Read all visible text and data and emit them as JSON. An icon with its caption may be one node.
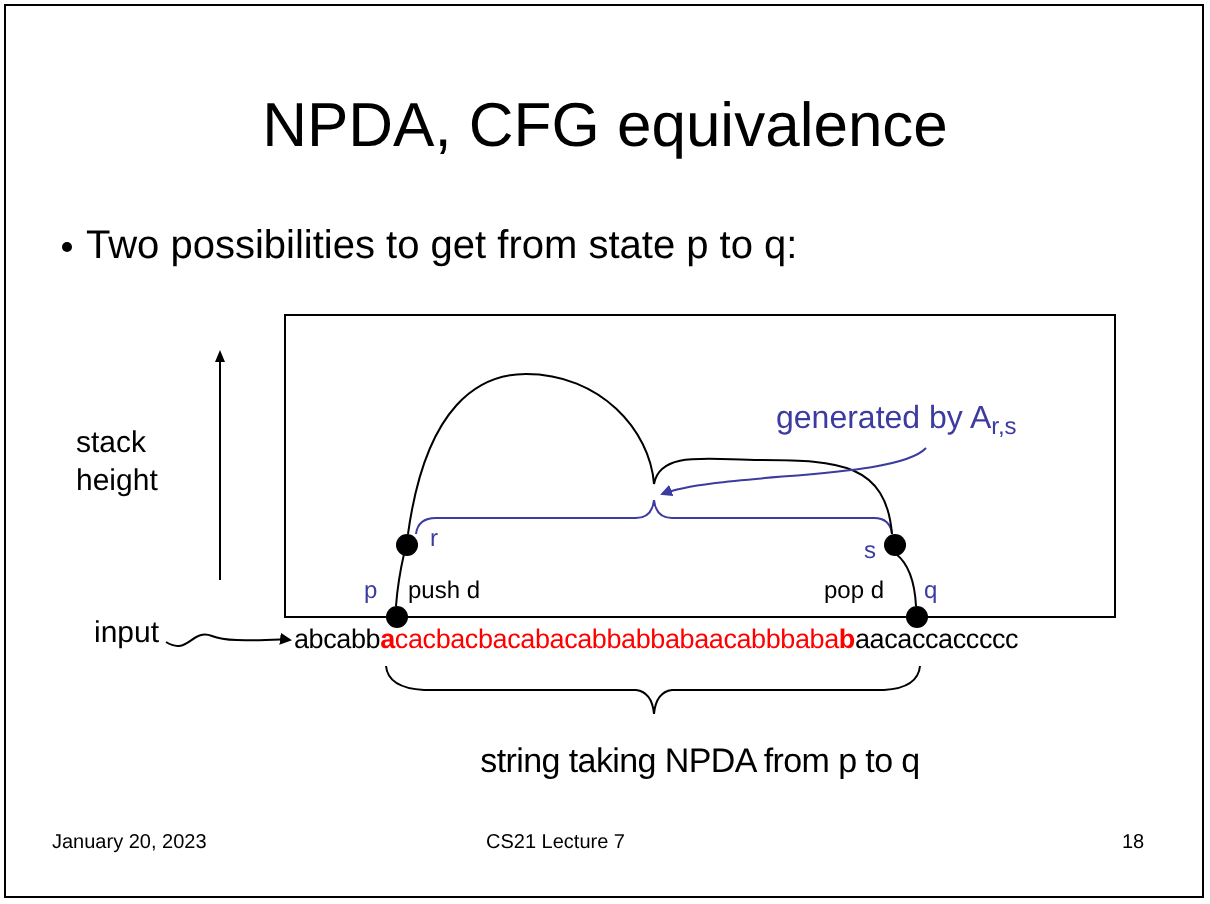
{
  "diagram": {
    "title": "NPDA, CFG equivalence",
    "nodes": [
      {
        "text": [
          "generated by A$_{r,s}$"
        ]
      },
      {
        "text": [],
        "shape": "circle",
        "beside": [
          "r"
        ]
      },
      {
        "text": [],
        "shape": "circle",
        "beside": [
          "s"
        ]
      },
      {
        "text": [],
        "shape": "circle",
        "beside": [
          "p",
          "push d"
        ]
      },
      {
        "text": [],
        "shape": "circle",
        "beside": [
          "pop d",
          "q"
        ]
      },
      {
        "text": [
          "input"
        ]
      },
      {
        "text": [
          "abcabb",
          "**a**cacbacbacabacabbabbabaacabbbaba**b**",
          "aacaccaccccc"
        ]
      },
      {
        "text": [],
        "shape": "bracket"
      }
    ],
    "edges": [
      {
        "from": 3,
        "to": 1,
        "arrow": "none"
      },
      {
        "from": 1,
        "to": 2,
        "arrow": "none"
      },
      {
        "from": 2,
        "to": 4,
        "arrow": "none"
      },
      {
        "from": 0,
        "to": 7,
        "arrow": "to",
        "color": "#3c3ca0"
      },
      {
        "from": 5,
        "to": 6,
        "arrow": "to"
      }
    ],
    "labels": [
      "Two possibilities to get from state p to q:",
      "stack height",
      "string taking NPDA from p to q",
      "January 20, 2023",
      "CS21 Lecture 7",
      "18"
    ]
  }
}
